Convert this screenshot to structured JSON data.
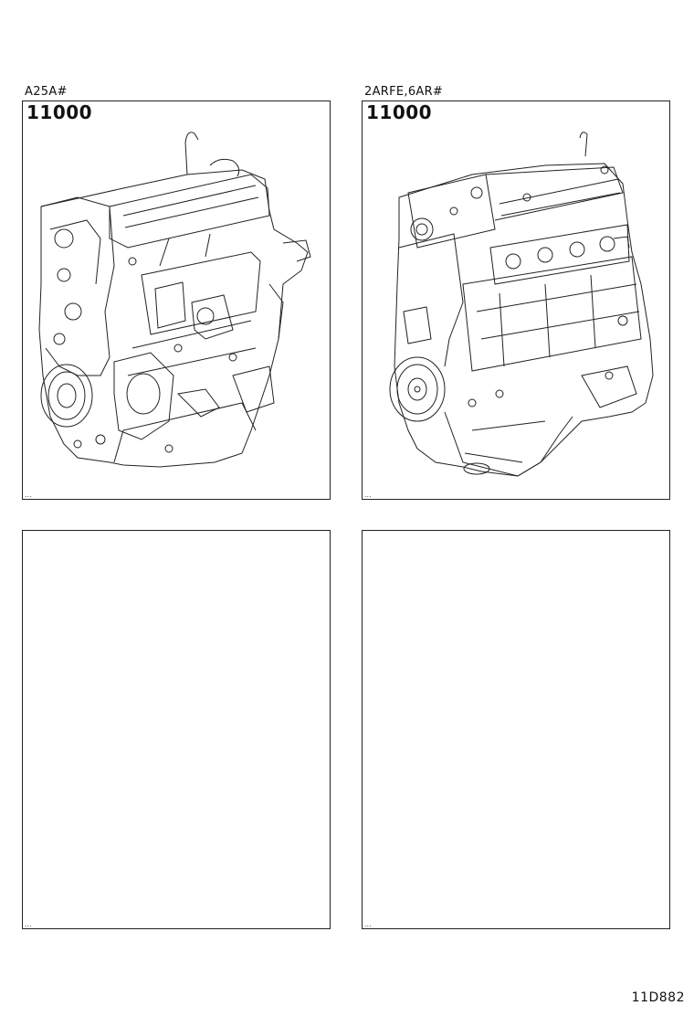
{
  "panels": [
    {
      "model": "A25A#",
      "part_number": "11000",
      "illustration": "engine-assembly-a25a",
      "corner_mark": "..."
    },
    {
      "model": "2ARFE,6AR#",
      "part_number": "11000",
      "illustration": "engine-assembly-2arfe-6ar",
      "corner_mark": "..."
    },
    {
      "model": "",
      "part_number": "",
      "illustration": "",
      "corner_mark": "..."
    },
    {
      "model": "",
      "part_number": "",
      "illustration": "",
      "corner_mark": "..."
    }
  ],
  "page_code": "11D882"
}
